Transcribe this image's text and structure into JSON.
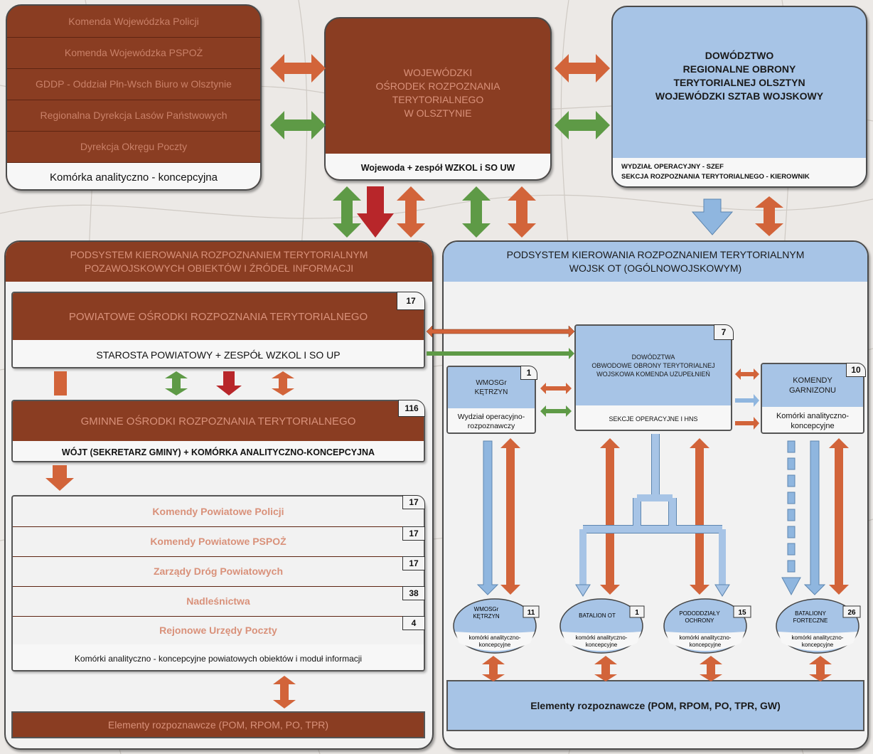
{
  "top_left": {
    "rows": [
      "Komenda Wojewódzka Policji",
      "Komenda Wojewódzka PSPOŻ",
      "GDDP - Oddział Płn-Wsch Biuro w Olsztynie",
      "Regionalna Dyrekcja Lasów Państwowych",
      "Dyrekcja Okręgu Poczty"
    ],
    "footer": "Komórka analityczno - koncepcyjna"
  },
  "top_center": {
    "title_lines": [
      "WOJEWÓDZKI",
      "OŚRODEK ROZPOZNANIA",
      "TERYTORIALNEGO",
      "W OLSZTYNIE"
    ],
    "footer": "Wojewoda + zespół WZKOL i SO UW"
  },
  "top_right": {
    "title_lines": [
      "DOWÓDZTWO",
      "REGIONALNE OBRONY",
      "TERYTORIALNEJ OLSZTYN",
      "WOJEWÓDZKI SZTAB WOJSKOWY"
    ],
    "footer_lines": [
      "WYDZIAŁ OPERACYJNY - SZEF",
      "SEKCJA ROZPOZNANIA TERYTORIALNEGO - KIEROWNIK"
    ]
  },
  "left_panel": {
    "title_lines": [
      "PODSYSTEM KIEROWANIA  ROZPOZNANIEM TERYTORIALNYM",
      "POZAWOJSKOWYCH OBIEKTÓW I ŹRÓDEŁ INFORMACJI"
    ],
    "powiat": {
      "title": "POWIATOWE OŚRODKI ROZPOZNANIA TERYTORIALNEGO",
      "number": "17",
      "footer": "STAROSTA POWIATOWY + ZESPÓŁ WZKOL I SO UP"
    },
    "gmina": {
      "title": "GMINNE OŚRODKI ROZPOZNANIA TERYTORIALNEGO",
      "number": "116",
      "footer": "WÓJT (SEKRETARZ GMINY) + KOMÓRKA ANALITYCZNO-KONCEPCYJNA"
    },
    "county_units": [
      {
        "label": "Komendy Powiatowe Policji",
        "number": "17"
      },
      {
        "label": "Komendy Powiatowe PSPOŻ",
        "number": "17"
      },
      {
        "label": "Zarządy Dróg Powiatowych",
        "number": "17"
      },
      {
        "label": "Nadleśnictwa",
        "number": "38"
      },
      {
        "label": "Rejonowe Urzędy Poczty",
        "number": "4"
      }
    ],
    "county_footer": "Komórki analityczno - koncepcyjne powiatowych obiektów i moduł informacji",
    "elements": "Elementy rozpoznawcze (POM, RPOM, PO, TPR)"
  },
  "right_panel": {
    "title_lines": [
      "PODSYSTEM KIEROWANIA  ROZPOZNANIEM TERYTORIALNYM",
      "WOJSK OT (OGÓLNOWOJSKOWYM)"
    ],
    "wmosgr": {
      "title": "WMOSGr",
      "subtitle": "KĘTRZYN",
      "number": "1",
      "footer_lines": [
        "Wydział operacyjno-",
        "rozpoznawczy"
      ]
    },
    "command": {
      "title_lines": [
        "DOWÓDZTWA",
        "OBWODOWE OBRONY TERYTORIALNEJ",
        "WOJSKOWA KOMENDA UZUPEŁNIEŃ"
      ],
      "number": "7",
      "footer": "SEKCJE OPERACYJNE I HNS"
    },
    "garrison": {
      "title_lines": [
        "KOMENDY",
        "GARNIZONU"
      ],
      "number": "10",
      "footer_lines": [
        "Komórki analityczno-",
        "koncepcyjne"
      ]
    },
    "ovals": [
      {
        "title_lines": [
          "WMOSGr",
          "KĘTRZYN"
        ],
        "number": "11",
        "footer_lines": [
          "komórki analityczno-",
          "koncepcyjne"
        ]
      },
      {
        "title_lines": [
          "BATALION OT"
        ],
        "number": "1",
        "footer_lines": [
          "komórki analityczno-",
          "koncepcyjne"
        ]
      },
      {
        "title_lines": [
          "PODODDZIAŁY",
          "OCHRONY"
        ],
        "number": "15",
        "footer_lines": [
          "komórki analityczno-",
          "koncepcyjne"
        ]
      },
      {
        "title_lines": [
          "BATALIONY",
          "FORTECZNE"
        ],
        "number": "26",
        "footer_lines": [
          "komórki analityczno-",
          "koncepcyjne"
        ]
      }
    ],
    "elements": "Elementy rozpoznawcze (POM, RPOM, PO, TPR, GW)"
  },
  "colors": {
    "brown": "#8a3d22",
    "orange": "#d2643a",
    "green": "#5e9a46",
    "red": "#b8262a",
    "blue": "#a7c4e6",
    "blue_arrow": "#8fb6df"
  }
}
